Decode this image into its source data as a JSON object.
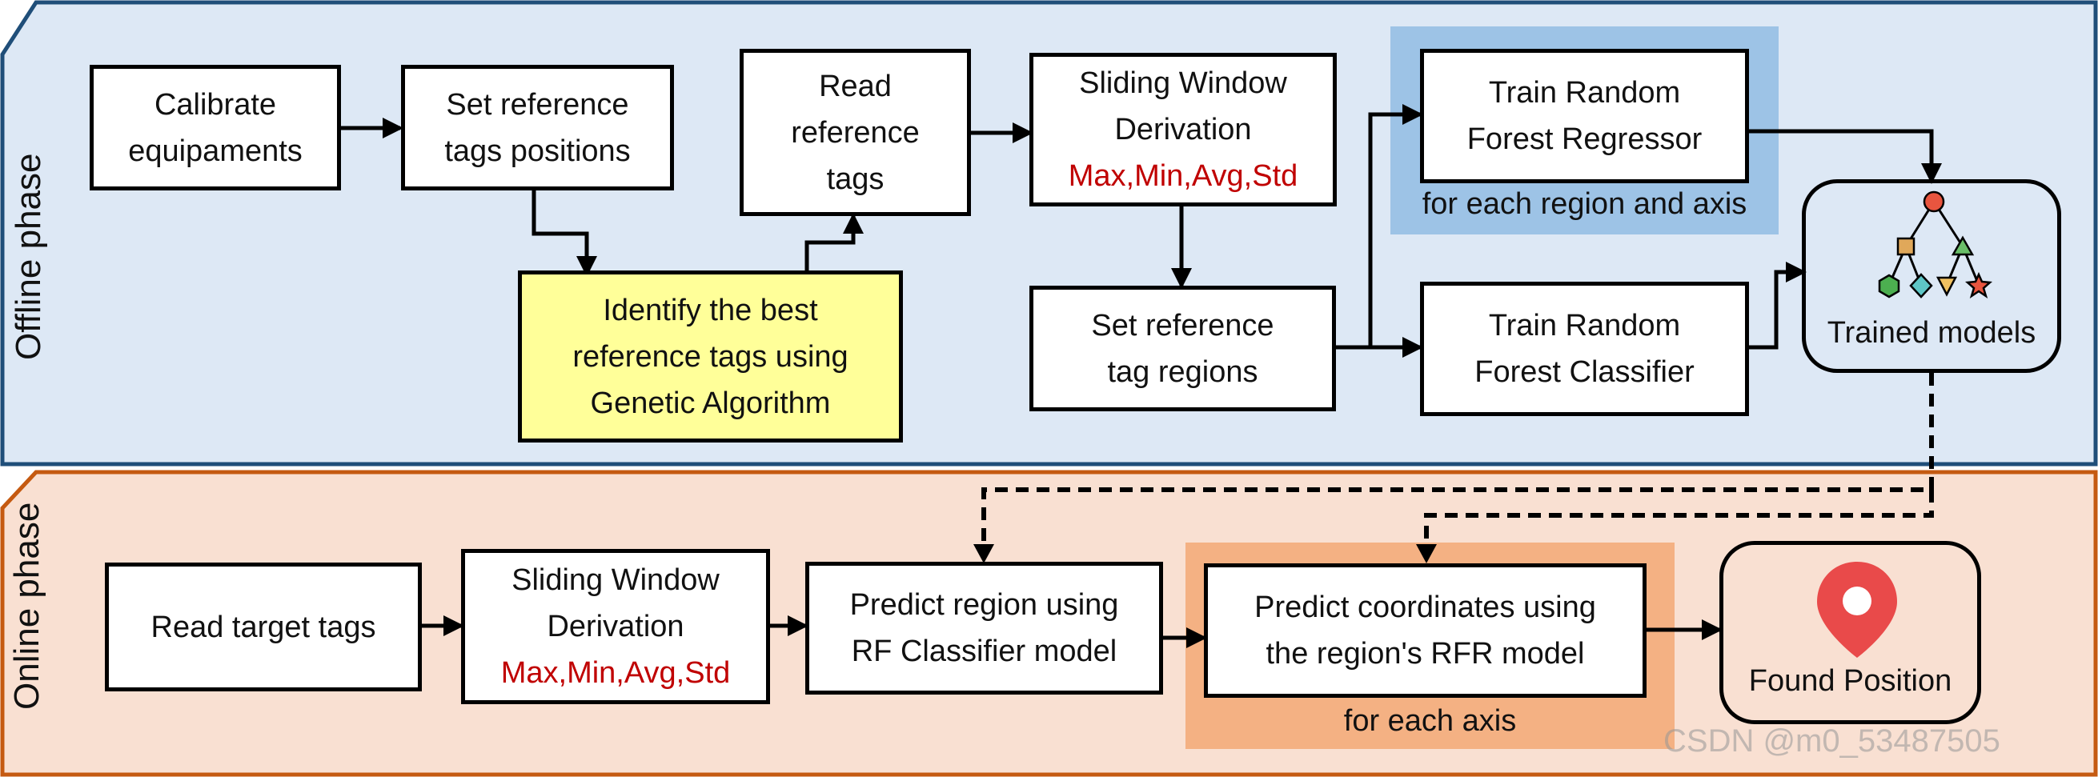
{
  "offline": {
    "label": "Offline phase",
    "calibrate": [
      "Calibrate",
      "equipaments"
    ],
    "set_ref_positions": [
      "Set reference",
      "tags positions"
    ],
    "read_ref": [
      "Read",
      "reference",
      "tags"
    ],
    "sliding_window": [
      "Sliding Window",
      "Derivation"
    ],
    "sliding_window_stats": "Max,Min,Avg,Std",
    "identify_best": [
      "Identify the best",
      "reference tags using",
      "Genetic Algorithm"
    ],
    "set_ref_regions": [
      "Set reference",
      "tag regions"
    ],
    "train_regressor": [
      "Train Random",
      "Forest Regressor"
    ],
    "regressor_caption": "for each region and axis",
    "train_classifier": [
      "Train Random",
      "Forest Classifier"
    ],
    "trained_models": "Trained models"
  },
  "online": {
    "label": "Online phase",
    "read_target": "Read target tags",
    "sliding_window": [
      "Sliding Window",
      "Derivation"
    ],
    "sliding_window_stats": "Max,Min,Avg,Std",
    "predict_region": [
      "Predict region using",
      "RF Classifier model"
    ],
    "predict_coords": [
      "Predict coordinates using",
      "the region's RFR model"
    ],
    "coords_caption": "for each axis",
    "found_position": "Found Position"
  },
  "watermark": "CSDN @m0_53487505",
  "colors": {
    "offline_bg": "#dde8f5",
    "offline_border": "#1f4e79",
    "online_bg": "#f9e0d2",
    "online_border": "#c55a11",
    "regressor_highlight": "#9dc3e6",
    "coords_highlight": "#f4b183",
    "yellow_box": "#ffff99",
    "stats_red": "#c00000"
  }
}
